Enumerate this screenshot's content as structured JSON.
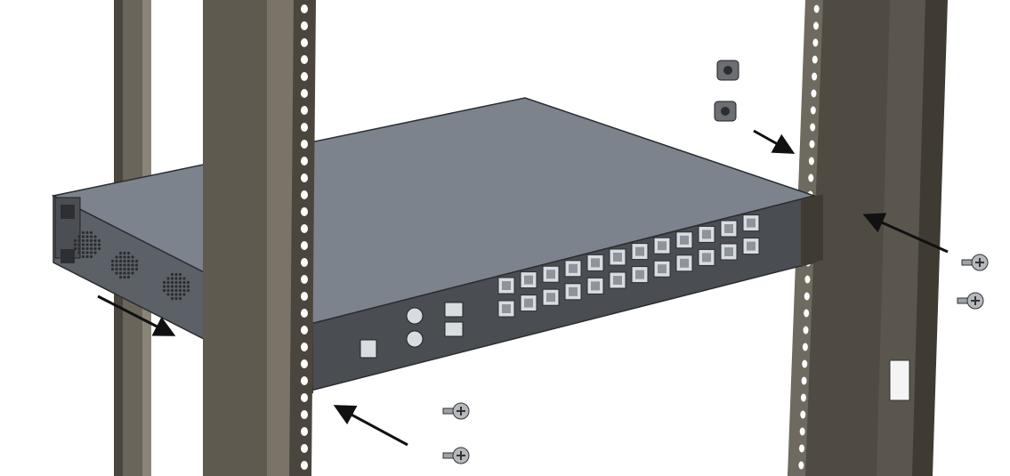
{
  "diagram": {
    "kind": "exploded-assembly",
    "text_labels": [],
    "colors": {
      "background": "#ffffff",
      "rack_rail": "#5f5a50",
      "rack_rail_dark": "#3f3b33",
      "rack_rail_light": "#807a6e",
      "chassis_top": "#7b828c",
      "chassis_side": "#5a5f66",
      "front_panel": "#4a4d52",
      "port": "#d9dde2",
      "arrow": "#111111",
      "screw": "#a9adb2",
      "cage_nut": "#6b6e72"
    },
    "components": {
      "rack_posts": 4,
      "front_ports_rows": 2,
      "front_ports_per_row": 12,
      "fan_vents": 3,
      "cage_nuts": 2,
      "mounting_screws": 4,
      "direction_arrows": 4
    }
  }
}
